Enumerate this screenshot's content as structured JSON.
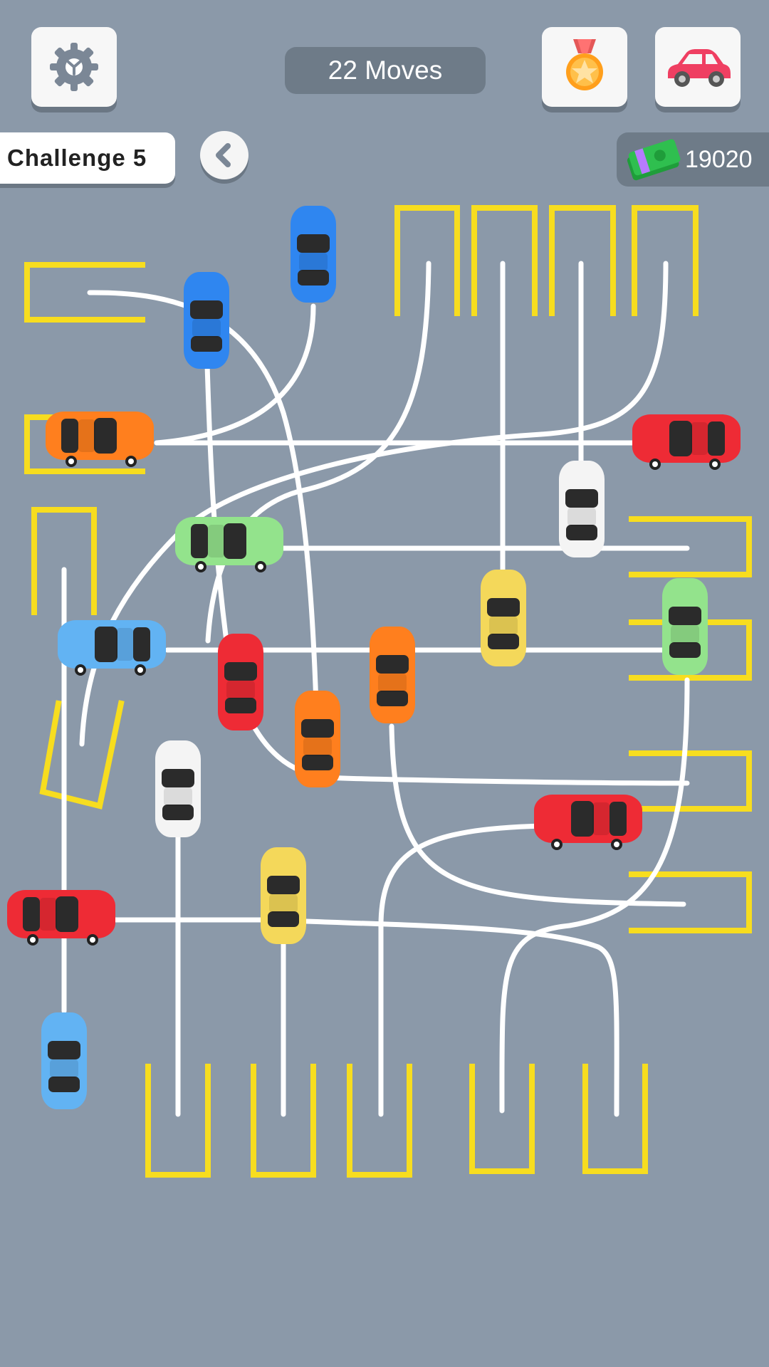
{
  "hud": {
    "moves_label": "22 Moves",
    "challenge_label": "Challenge 5",
    "money_value": "19020"
  },
  "icons": {
    "settings": "gear-icon",
    "back": "chevron-left-icon",
    "achievements": "medal-icon",
    "garage": "car-icon",
    "money": "cash-icon"
  },
  "colors": {
    "background": "#8b99a9",
    "parking_line": "#f7dd1f",
    "path": "#ffffff",
    "car_blue": "#2f86f0",
    "car_light_blue": "#62b3f3",
    "car_orange": "#ff7f1e",
    "car_red": "#ee2b35",
    "car_green": "#93e38c",
    "car_yellow": "#f4d85a",
    "car_white": "#f4f4f4"
  }
}
